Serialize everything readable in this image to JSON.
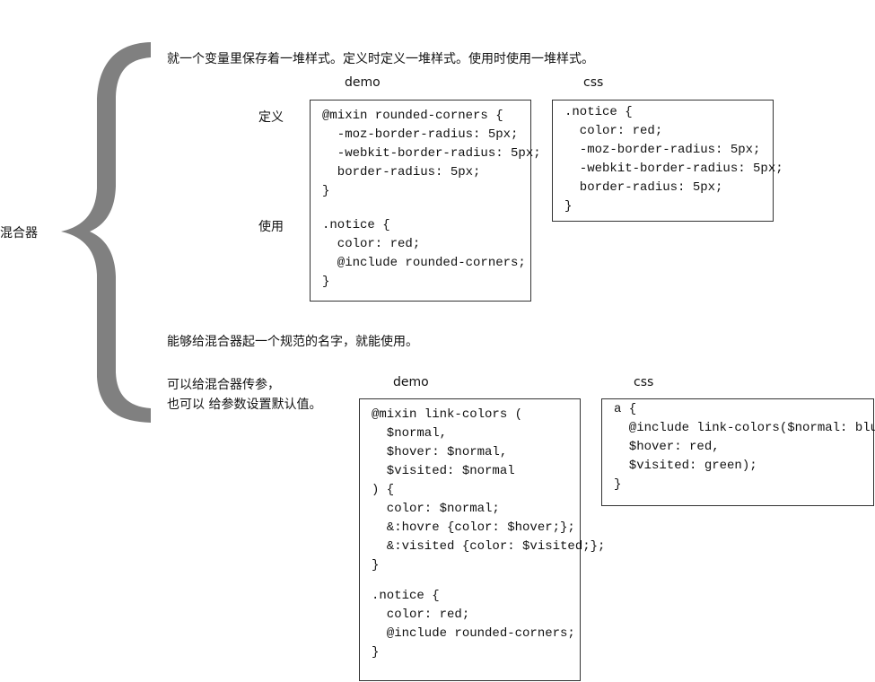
{
  "main_label": "混合器",
  "brace_color": "#808080",
  "section1": {
    "desc": "就一个变量里保存着一堆样式。定义时定义一堆样式。使用时使用一堆样式。",
    "demo_header": "demo",
    "css_header": "css",
    "define_label": "定义",
    "use_label": "使用",
    "demo_define_code": "@mixin rounded-corners {\n  -moz-border-radius: 5px;\n  -webkit-border-radius: 5px;\n  border-radius: 5px;\n}",
    "demo_use_code": ".notice {\n  color: red;\n  @include rounded-corners;\n}",
    "css_code": ".notice {\n  color: red;\n  -moz-border-radius: 5px;\n  -webkit-border-radius: 5px;\n  border-radius: 5px;\n}"
  },
  "section2": {
    "desc": "能够给混合器起一个规范的名字，就能使用。"
  },
  "section3": {
    "desc_line1": "可以给混合器传参，",
    "desc_line2": "也可以 给参数设置默认值。",
    "demo_header": "demo",
    "css_header": "css",
    "demo_define_code": "@mixin link-colors (\n  $normal,\n  $hover: $normal,\n  $visited: $normal\n) {\n  color: $normal;\n  &:hovre {color: $hover;};\n  &:visited {color: $visited;};\n}",
    "demo_use_code": ".notice {\n  color: red;\n  @include rounded-corners;\n}",
    "css_code": "a {\n  @include link-colors($normal: blue,\n  $hover: red,\n  $visited: green);\n}"
  }
}
